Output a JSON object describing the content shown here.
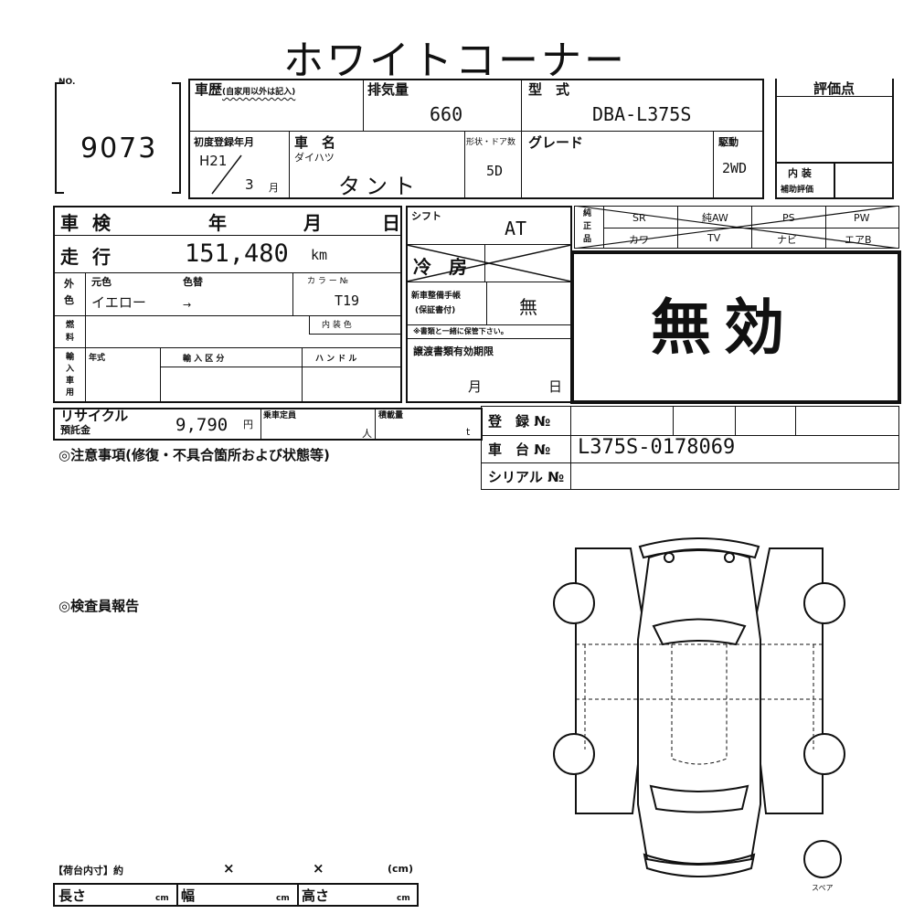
{
  "title": "ホワイトコーナー",
  "lot": {
    "label": "NO.",
    "number": "9073"
  },
  "history": {
    "label": "車歴",
    "note": "(自家用以外は記入)"
  },
  "displacement": {
    "label": "排気量",
    "value": "660"
  },
  "model": {
    "label": "型　式",
    "value": "DBA-L375S"
  },
  "rating": {
    "label": "評価点",
    "interior_label": "内 装",
    "interior_sub": "補助評価"
  },
  "first_reg": {
    "label": "初度登録年月",
    "era": "H21",
    "month": "3",
    "month_unit": "月"
  },
  "car_name": {
    "label": "車　名",
    "maker": "ダイハツ",
    "name": "タント"
  },
  "body": {
    "label": "形状・ドア数",
    "value": "5D"
  },
  "grade": {
    "label": "グレード",
    "value": ""
  },
  "drive": {
    "label": "駆動",
    "value": "2WD"
  },
  "inspection": {
    "label": "車 検",
    "year": "年",
    "month": "月",
    "day": "日"
  },
  "mileage": {
    "label": "走 行",
    "value": "151,480",
    "unit": "km"
  },
  "color": {
    "outer_label_1": "外",
    "outer_label_2": "色",
    "original_label": "元色",
    "original_value": "イエロー",
    "repaint_label": "色替",
    "arrow": "→",
    "color_no_label": "カ ラ ー №",
    "color_no_value": "T19",
    "interior_color_label": "内 装 色"
  },
  "fuel": {
    "label_1": "燃",
    "label_2": "料"
  },
  "import": {
    "label_1": "輸",
    "label_2": "入",
    "label_3": "車",
    "label_4": "用",
    "year_label": "年式",
    "class_label": "輸 入 区 分",
    "handle_label": "ハ ン ド ル"
  },
  "shift": {
    "label": "シフト",
    "value": "AT"
  },
  "aircon": {
    "label": "冷 房"
  },
  "manual": {
    "label_1": "新車整備手帳",
    "label_2": "(保証書付)",
    "value": "無",
    "note": "※書類と一緒に保管下さい。"
  },
  "transfer": {
    "label": "譲渡書類有効期限",
    "month": "月",
    "day": "日"
  },
  "equipment": {
    "side_label_1": "純",
    "side_label_2": "正",
    "side_label_3": "品",
    "top": [
      "SR",
      "純AW",
      "PS",
      "PW"
    ],
    "bottom": [
      "カワ",
      "TV",
      "ナビ",
      "エアB"
    ]
  },
  "stamp": "無効",
  "recycle": {
    "label_1": "リサイクル",
    "label_2": "預託金",
    "value": "9,790",
    "unit": "円"
  },
  "capacity": {
    "label": "乗車定員",
    "unit": "人"
  },
  "load": {
    "label": "積載量",
    "unit": "t"
  },
  "registration": {
    "label": "登　録 №",
    "value": ""
  },
  "chassis": {
    "label": "車　台 №",
    "value": "L375S-0178069"
  },
  "serial": {
    "label": "シリアル №",
    "value": ""
  },
  "notes_title": "◎注意事項(修復・不具合箇所および状態等)",
  "inspector_title": "◎検査員報告",
  "cargo": {
    "title": "【荷台内寸】約",
    "x1": "×",
    "x2": "×",
    "unit_cm": "(cm)",
    "length": "長さ",
    "width": "幅",
    "height": "高さ",
    "cm": "cm"
  },
  "spare_label": "スペア"
}
